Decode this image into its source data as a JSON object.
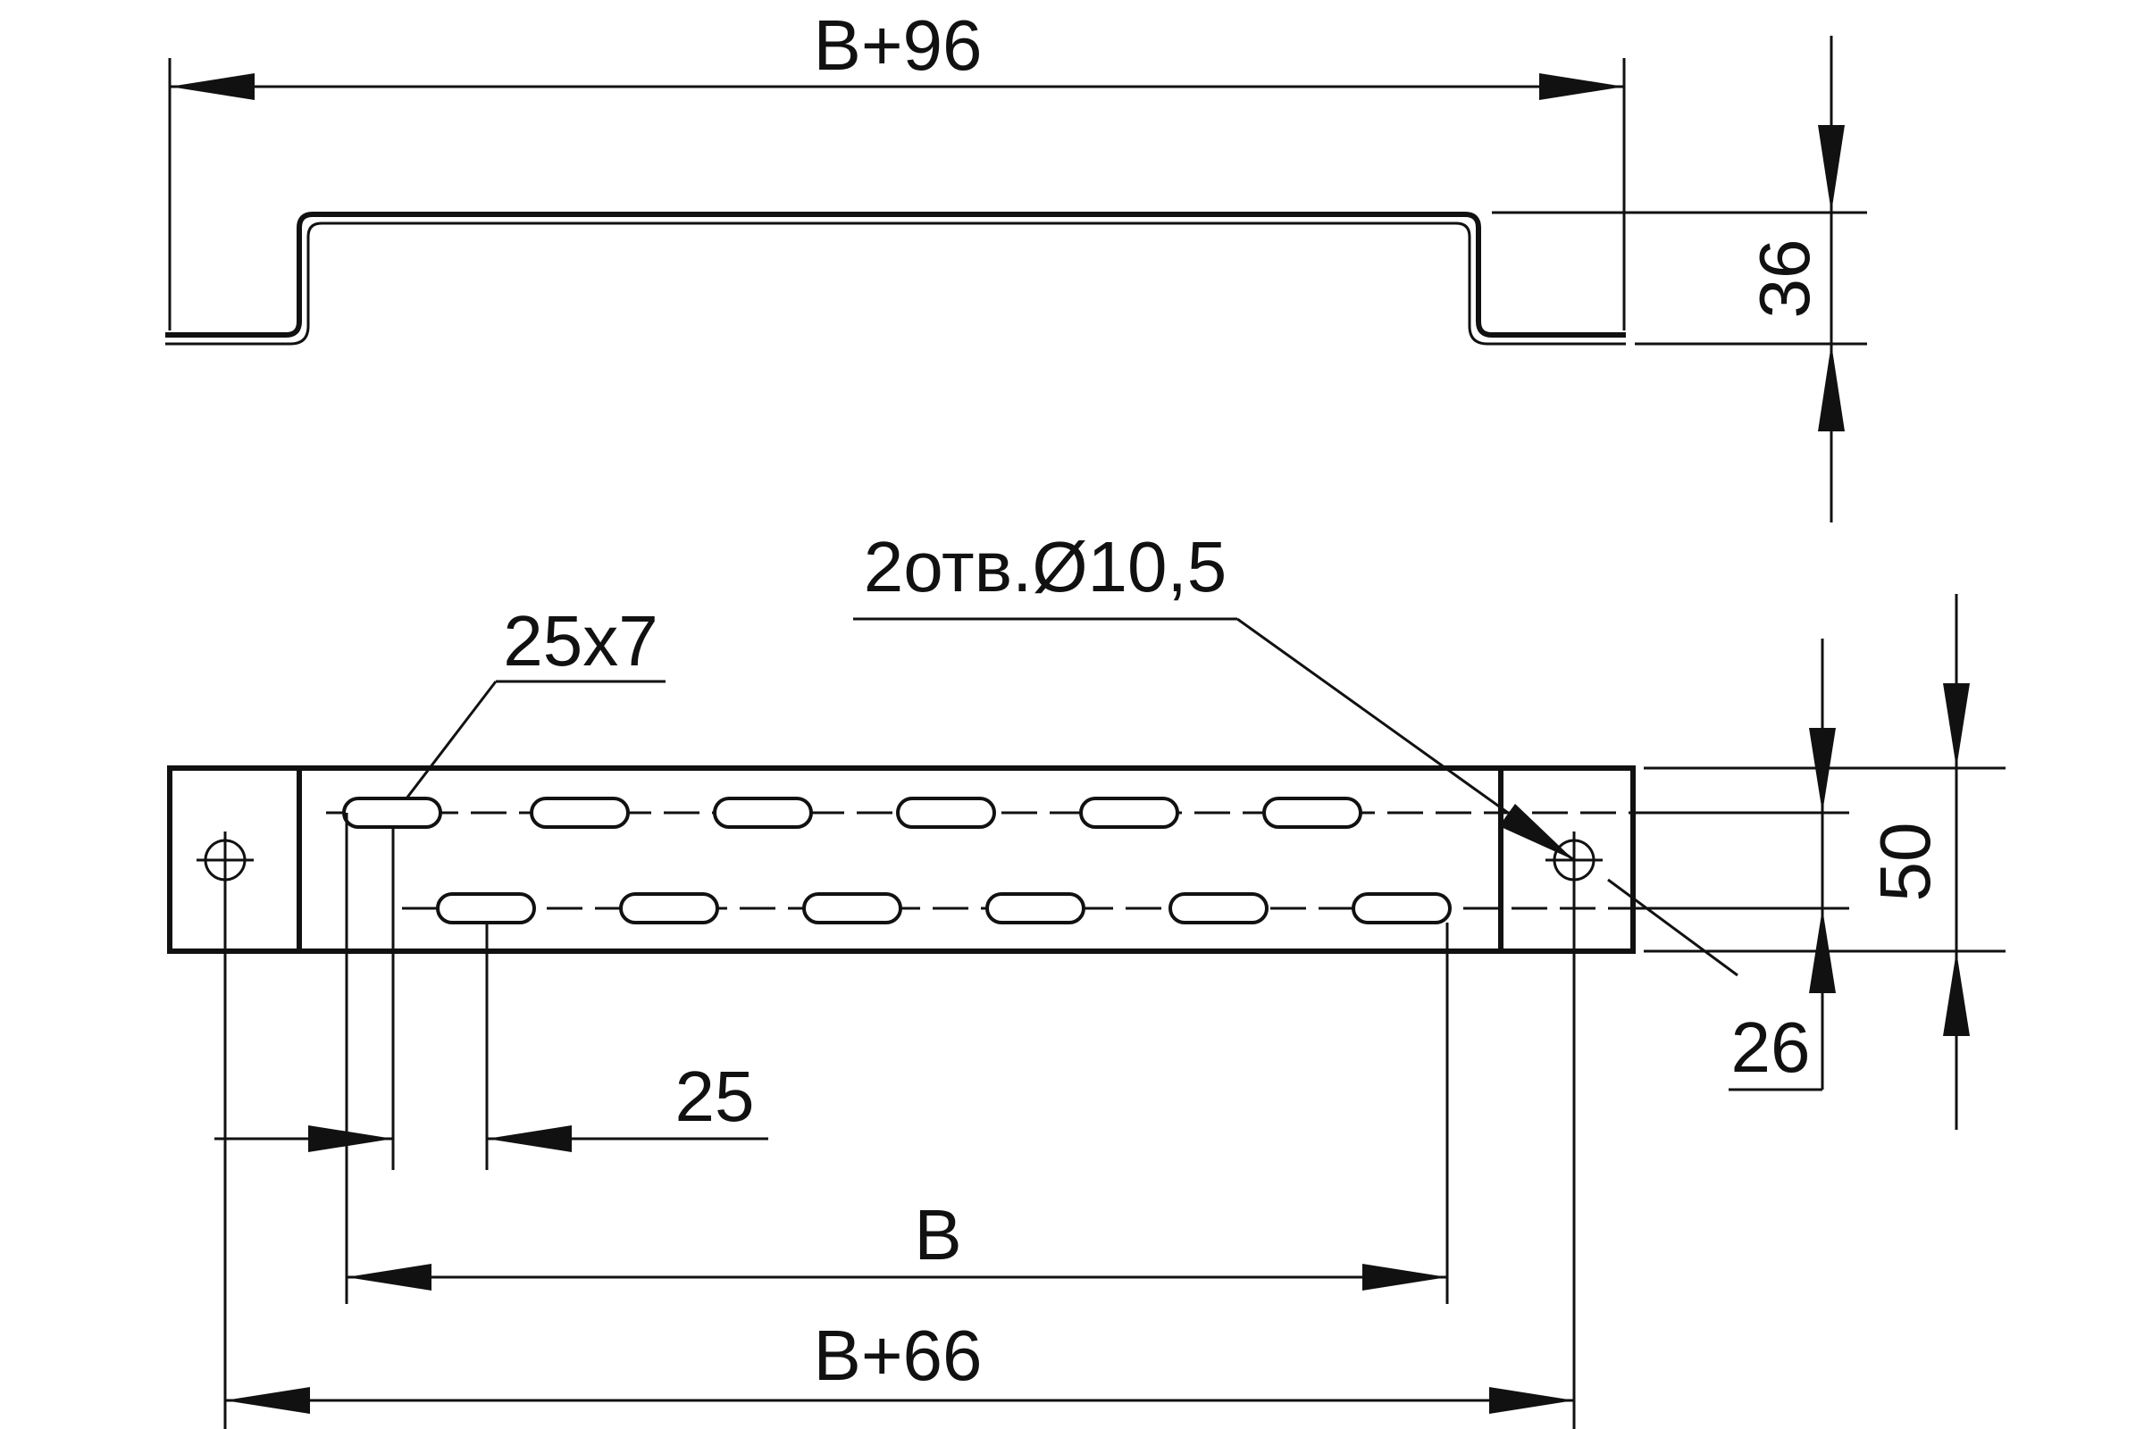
{
  "drawing": {
    "side_view": {
      "overall_width_label": "B+96",
      "height_label": "36"
    },
    "plan_view": {
      "holes_label": "2отв.Ø10,5",
      "slot_label": "25x7",
      "pitch_label": "25",
      "inner_width_label": "B",
      "hole_span_label": "B+66",
      "width_label": "50",
      "row_spacing_label": "26"
    }
  }
}
